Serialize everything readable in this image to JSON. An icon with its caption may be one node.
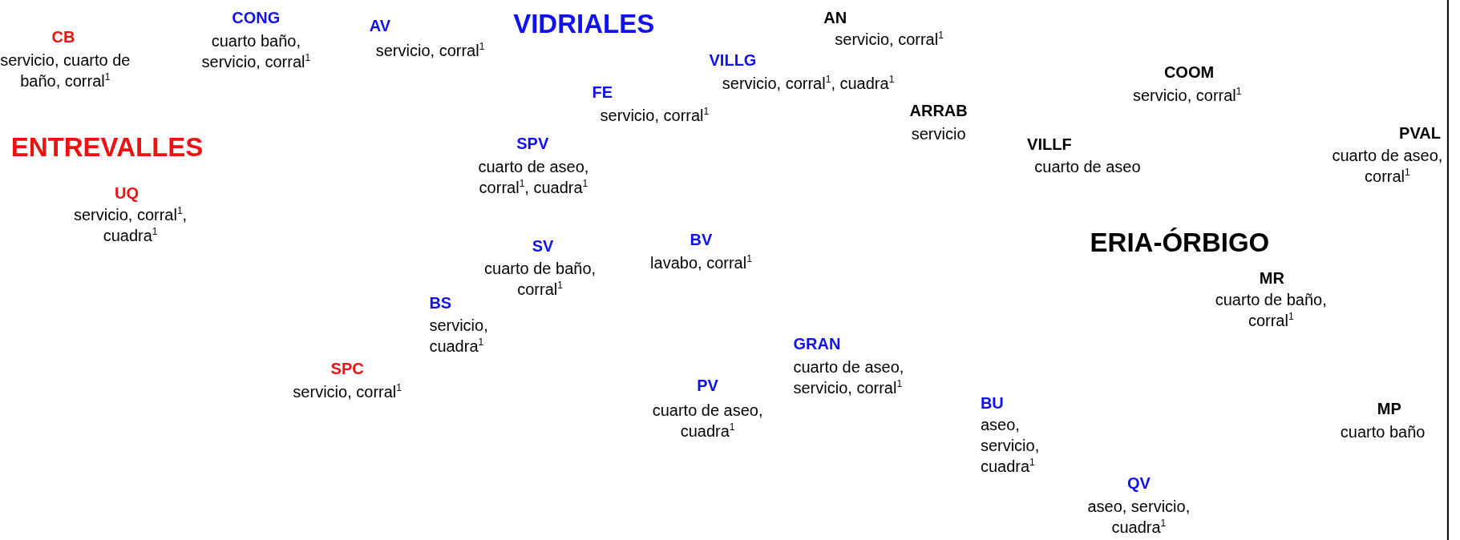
{
  "diagram": {
    "labels": [
      "CONG",
      "cuarto baño, servicio, corral$^{1}$",
      "VIDRIALES",
      "AN",
      "servicio, corral$^{1}$",
      "CB",
      "servicio, cuarto de baño, corral$^{1}$",
      "AV",
      "servicio, corral$^{1}$",
      "VILLG",
      "servicio, corral$^{1}$, cuadra$^{1}$",
      "COOM",
      "servicio, corral$^{1}$",
      "FE",
      "servicio, corral$^{1}$",
      "ARRAB",
      "servicio",
      "ENTREVALLES",
      "VILLF",
      "cuarto de aseo",
      "PVAL",
      "cuarto de aseo, corral$^{1}$",
      "SPV",
      "cuarto de aseo, corral$^{1}$, cuadra$^{1}$",
      "UQ",
      "servicio, corral$^{1}$, cuadra$^{1}$",
      "SV",
      "cuarto de baño, corral$^{1}$",
      "BV",
      "lavabo, corral$^{1}$",
      "ERIA-ÓRBIGO",
      "MR",
      "cuarto de baño, corral$^{1}$",
      "BS",
      "servicio, cuadra$^{1}$",
      "GRAN",
      "cuarto de aseo, servicio, corral$^{1}$",
      "SPC",
      "servicio, corral$^{1}$",
      "PV",
      "cuarto de aseo, cuadra$^{1}$",
      "BU",
      "aseo, servicio, cuadra$^{1}$",
      "MP",
      "cuarto baño",
      "QV",
      "aseo, servicio, cuadra$^{1}$"
    ]
  }
}
